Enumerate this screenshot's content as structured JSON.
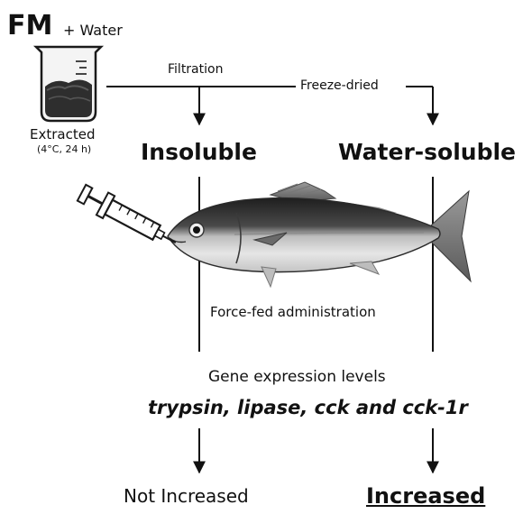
{
  "header": {
    "fm_label": "FM",
    "plus_water_label": "+ Water"
  },
  "beaker": {
    "extracted_label": "Extracted",
    "conditions_label": "(4°C, 24 h)"
  },
  "process": {
    "filtration_label": "Filtration",
    "freeze_dried_label": "Freeze-dried"
  },
  "fractions": {
    "insoluble_label": "Insoluble",
    "water_soluble_label": "Water-soluble"
  },
  "administration": {
    "label": "Force-fed administration"
  },
  "gene_expression": {
    "title": "Gene expression levels",
    "genes": "trypsin, lipase, cck and cck-1r"
  },
  "outcomes": {
    "insoluble_result": "Not Increased",
    "water_soluble_result": "Increased"
  },
  "colors": {
    "ink": "#111111",
    "fish_dark": "#3a3a3a",
    "fish_light": "#d8d8d8"
  }
}
